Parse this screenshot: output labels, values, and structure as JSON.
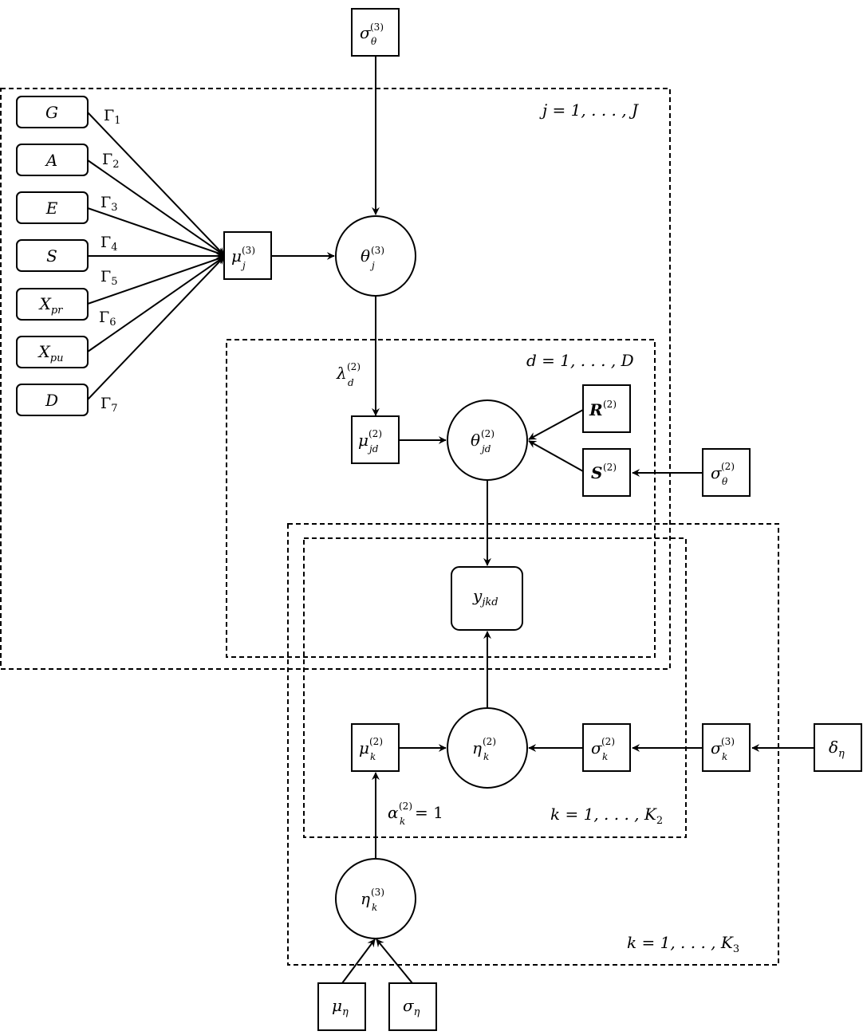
{
  "nodes": {
    "G": {
      "base": "G"
    },
    "A": {
      "base": "A"
    },
    "E": {
      "base": "E"
    },
    "S": {
      "base": "S"
    },
    "Xpr": {
      "base": "X",
      "sub": "pr"
    },
    "Xpu": {
      "base": "X",
      "sub": "pu"
    },
    "D": {
      "base": "D"
    },
    "sigma_theta3": {
      "base": "σ",
      "sup": "(3)",
      "sub": "θ"
    },
    "mu_j3": {
      "base": "μ",
      "sup": "(3)",
      "sub": "j"
    },
    "theta_j3": {
      "base": "θ",
      "sup": "(3)",
      "sub": "j"
    },
    "mu_jd2": {
      "base": "μ",
      "sup": "(2)",
      "sub": "jd"
    },
    "theta_jd2": {
      "base": "θ",
      "sup": "(2)",
      "sub": "jd"
    },
    "R2": {
      "base": "R",
      "sup": "(2)"
    },
    "S2": {
      "base": "S",
      "sup": "(2)"
    },
    "sigma_theta2": {
      "base": "σ",
      "sup": "(2)",
      "sub": "θ"
    },
    "y_jkd": {
      "base": "y",
      "sub": "jkd"
    },
    "mu_k2": {
      "base": "μ",
      "sup": "(2)",
      "sub": "k"
    },
    "eta_k2": {
      "base": "η",
      "sup": "(2)",
      "sub": "k"
    },
    "sigma_k2": {
      "base": "σ",
      "sup": "(2)",
      "sub": "k"
    },
    "sigma_k3": {
      "base": "σ",
      "sup": "(3)",
      "sub": "k"
    },
    "delta_eta": {
      "base": "δ",
      "sub": "η"
    },
    "eta_k3": {
      "base": "η",
      "sup": "(3)",
      "sub": "k"
    },
    "mu_eta": {
      "base": "μ",
      "sub": "η"
    },
    "sigma_eta": {
      "base": "σ",
      "sub": "η"
    }
  },
  "edge_labels": {
    "gamma1": {
      "base": "Γ",
      "sub": "1"
    },
    "gamma2": {
      "base": "Γ",
      "sub": "2"
    },
    "gamma3": {
      "base": "Γ",
      "sub": "3"
    },
    "gamma4": {
      "base": "Γ",
      "sub": "4"
    },
    "gamma5": {
      "base": "Γ",
      "sub": "5"
    },
    "gamma6": {
      "base": "Γ",
      "sub": "6"
    },
    "gamma7": {
      "base": "Γ",
      "sub": "7"
    },
    "lambda_d2": {
      "base": "λ",
      "sup": "(2)",
      "sub": "d"
    },
    "alpha_k2": {
      "base": "α",
      "sup": "(2)",
      "sub": "k",
      "rest": " = 1"
    }
  },
  "plates": {
    "j_plate": "j = 1, . . . , J",
    "d_plate": "d = 1, . . . , D",
    "k2_plate": {
      "lhs": "k = 1, . . . , K",
      "sub": "2"
    },
    "k3_plate": {
      "lhs": "k = 1, . . . , K",
      "sub": "3"
    }
  }
}
